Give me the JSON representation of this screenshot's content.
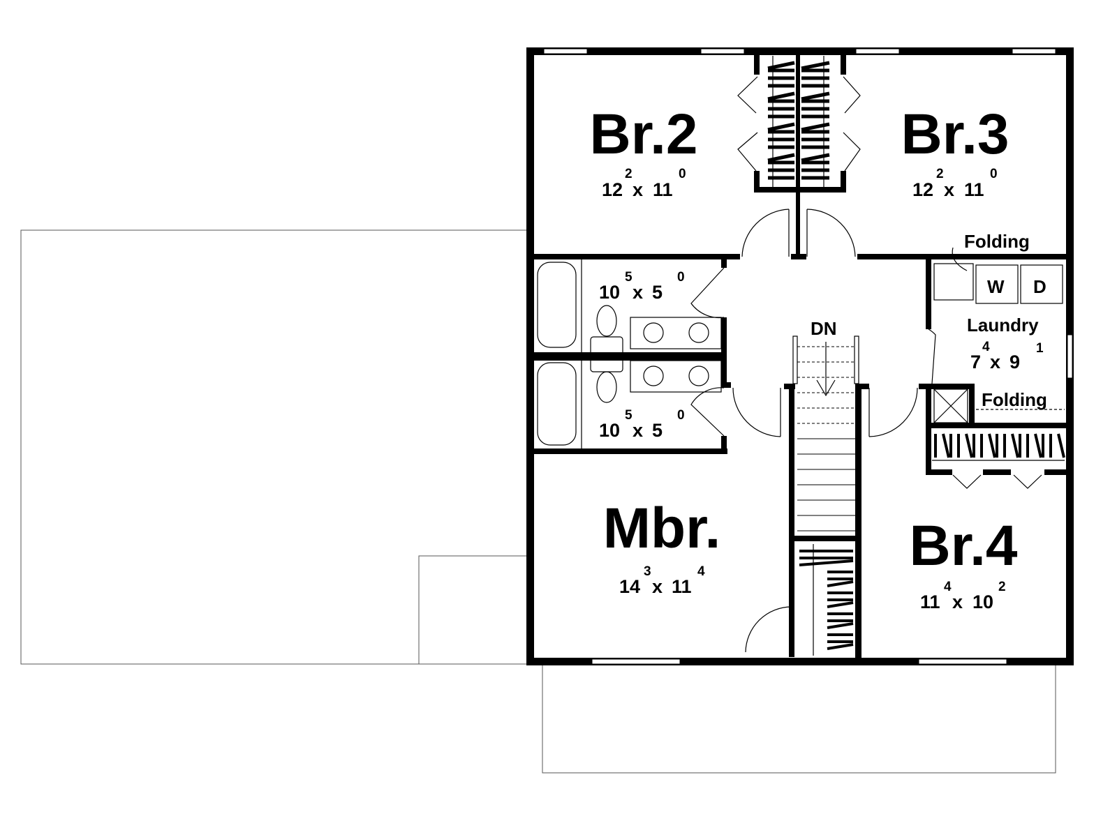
{
  "rooms": {
    "br2": {
      "name": "Br.2",
      "w": "12",
      "w_in": "2",
      "x": "x",
      "l": "11",
      "l_in": "0"
    },
    "br3": {
      "name": "Br.3",
      "w": "12",
      "w_in": "2",
      "x": "x",
      "l": "11",
      "l_in": "0"
    },
    "bath1": {
      "w": "10",
      "w_in": "5",
      "x": "x",
      "l": "5",
      "l_in": "0"
    },
    "bath2": {
      "w": "10",
      "w_in": "5",
      "x": "x",
      "l": "5",
      "l_in": "0"
    },
    "laundry": {
      "name": "Laundry",
      "w": "7",
      "w_in": "4",
      "x": "x",
      "l": "9",
      "l_in": "1"
    },
    "mbr": {
      "name": "Mbr.",
      "w": "14",
      "w_in": "3",
      "x": "x",
      "l": "11",
      "l_in": "4"
    },
    "br4": {
      "name": "Br.4",
      "w": "11",
      "w_in": "4",
      "x": "x",
      "l": "10",
      "l_in": "2"
    }
  },
  "labels": {
    "folding_top": "Folding",
    "folding_bottom": "Folding",
    "washer": "W",
    "dryer": "D",
    "stairs": "DN"
  }
}
